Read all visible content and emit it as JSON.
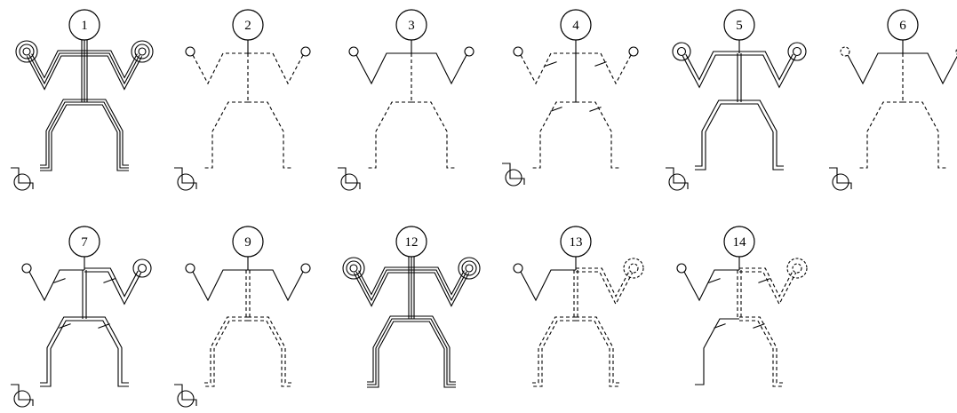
{
  "figures": [
    {
      "label": "1",
      "torso": "triple",
      "arms": "triple",
      "legs": "triple",
      "hands": "triple-circle",
      "wheelchair": true
    },
    {
      "label": "2",
      "torso": "dashed",
      "arms": "dashed",
      "legs": "dashed",
      "hands": "single-circle",
      "wheelchair": true
    },
    {
      "label": "3",
      "torso": "dashed",
      "arms": "solid",
      "legs": "dashed",
      "hands": "single-circle",
      "wheelchair": true
    },
    {
      "label": "4",
      "torso": "solid",
      "arms": "dashed",
      "legs": "dashed",
      "hands": "single-circle",
      "wheelchair": true,
      "ticks": true
    },
    {
      "label": "5",
      "torso": "double",
      "arms": "double",
      "legs": "double",
      "hands": "double-circle",
      "wheelchair": true
    },
    {
      "label": "6",
      "torso": "dashed",
      "arms": "solid",
      "legs": "dashed",
      "hands": "dashed-circle",
      "wheelchair": true
    },
    {
      "label": "7",
      "torso": "double",
      "arms": "mixed",
      "legs": "double",
      "hands": "mixed-circle",
      "wheelchair": true,
      "ticks": true
    },
    {
      "label": "9",
      "torso": "double-dashed",
      "arms": "solid",
      "legs": "double-dashed",
      "hands": "single-circle",
      "wheelchair": true
    },
    {
      "label": "12",
      "torso": "triple",
      "arms": "triple",
      "legs": "triple",
      "hands": "triple-circle",
      "wheelchair": false
    },
    {
      "label": "13",
      "torso": "double-dashed",
      "arms": "mixed-dashed",
      "legs": "double-dashed",
      "hands": "mixed-dashed-circle",
      "wheelchair": false
    },
    {
      "label": "14",
      "torso": "double-dashed",
      "arms": "mixed-dashed",
      "legs": "mixed-dashed",
      "hands": "mixed-dashed-circle",
      "wheelchair": false,
      "ticks": true
    }
  ],
  "colors": {
    "stroke": "#000000",
    "background": "#ffffff"
  }
}
